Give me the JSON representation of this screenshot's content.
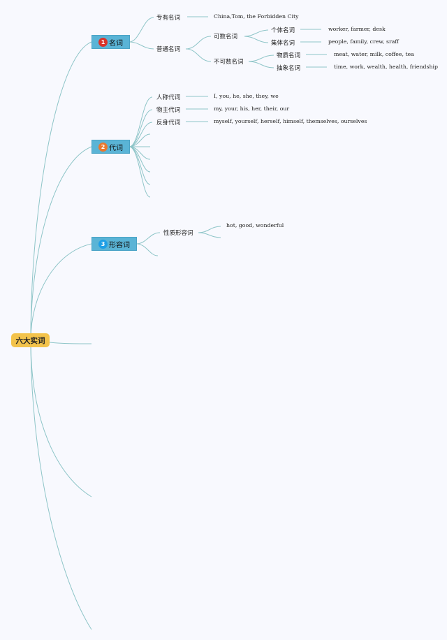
{
  "colors": {
    "root_fill": "#f3c34b",
    "main_fill": "#5ab4d6",
    "line": "#8ec5c8",
    "badge_noun": "#d9342b",
    "badge_pronoun": "#e9782f",
    "badge_adjective": "#1e9fe6"
  },
  "root": {
    "label": "六大实词"
  },
  "noun": {
    "badge": "1",
    "label": "名词",
    "proper": {
      "label": "专有名词",
      "example": "China,Tom, the Forbidden City"
    },
    "common": {
      "label": "普通名词",
      "countable": {
        "label": "可数名词",
        "individual": {
          "label": "个体名词",
          "example": "worker, farmer, desk"
        },
        "collective": {
          "label": "集体名词",
          "example": "people, family, crew, sraff"
        }
      },
      "uncountable": {
        "label": "不可数名词",
        "material": {
          "label": "物质名词",
          "example": "meat, water, milk, coffee, tea"
        },
        "abstract": {
          "label": "抽象名词",
          "example": "time, work, wealth, health, friendship"
        }
      }
    }
  },
  "pronoun": {
    "badge": "2",
    "label": "代词",
    "personal": {
      "label": "人称代词",
      "example": "I, you, he, she, they, we"
    },
    "possessive": {
      "label": "物主代词",
      "example": "my, your, his, her, their, our"
    },
    "reflexive": {
      "label": "反身代词",
      "example": "myself, yourself, herself, himself, themselves, ourselves"
    }
  },
  "adjective": {
    "badge": "3",
    "label": "形容词",
    "qualitative": {
      "label": "性质形容词",
      "example": "hot, good, wonderful"
    }
  }
}
